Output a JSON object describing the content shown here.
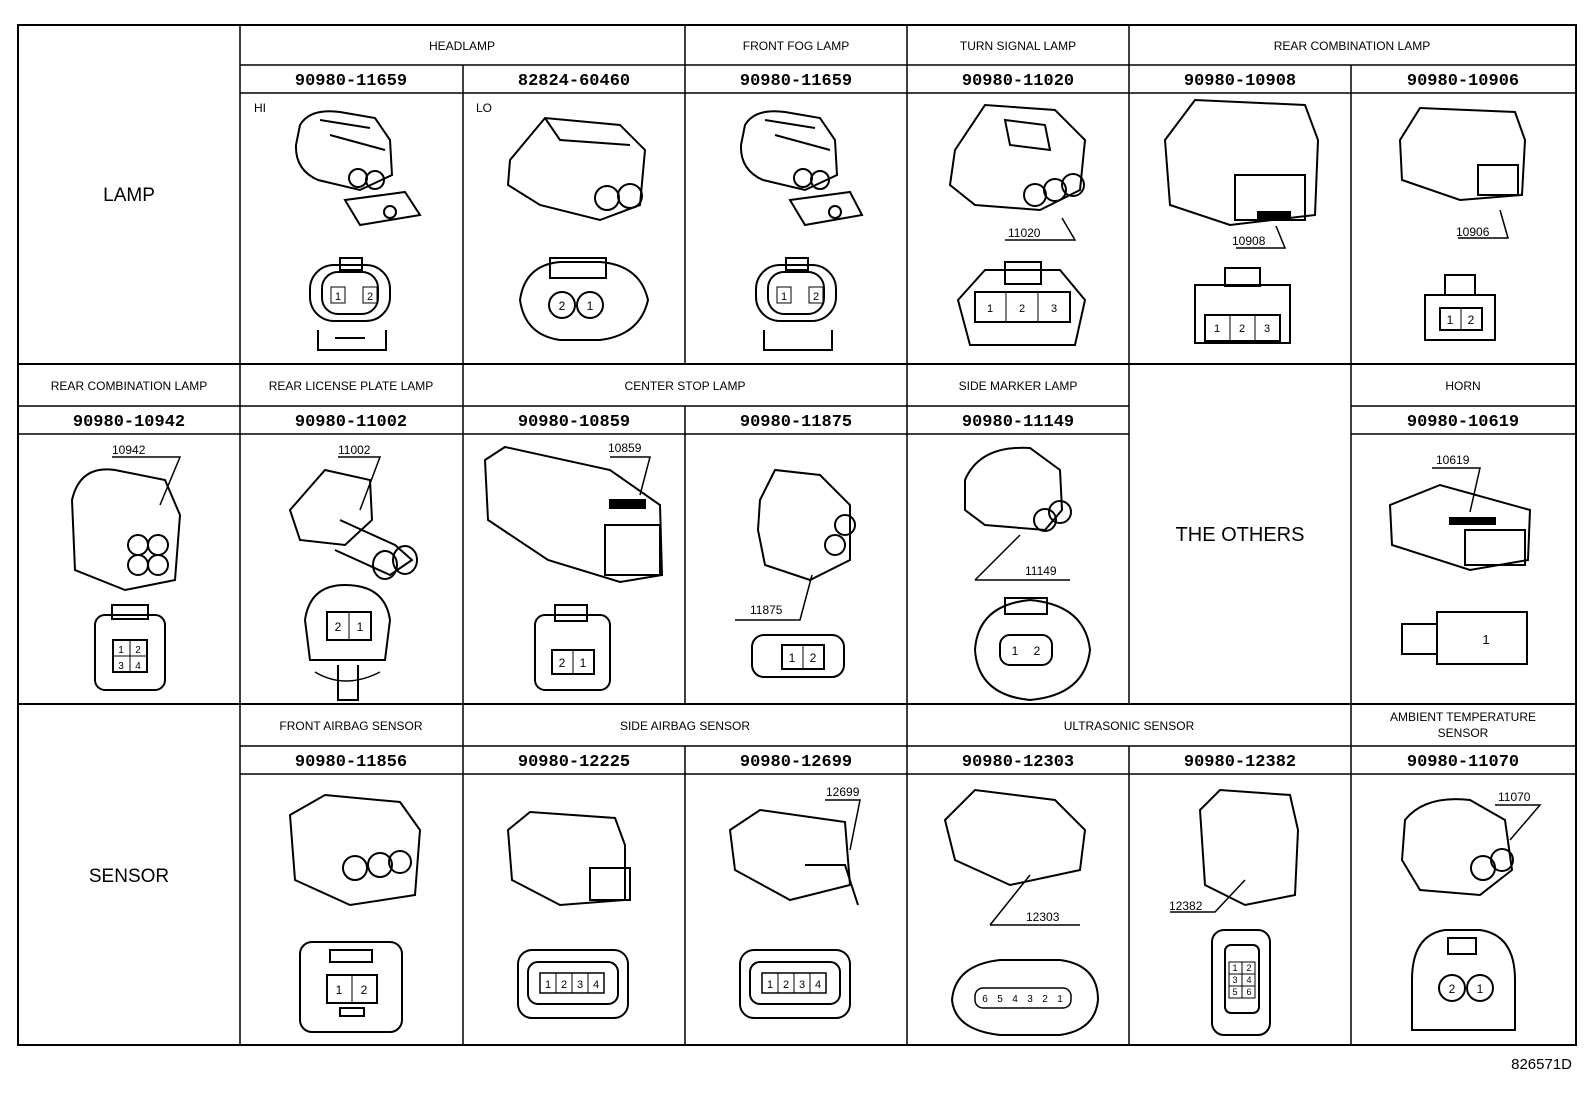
{
  "diagram_id": "826571D",
  "groups": {
    "lamp": "LAMP",
    "sensor": "SENSOR",
    "others": "THE OTHERS"
  },
  "rows": [
    {
      "group": "LAMP",
      "cells": [
        {
          "title": "HEADLAMP",
          "part": "90980-11659",
          "note": "HI",
          "pins": [
            "1",
            "2"
          ],
          "callout": ""
        },
        {
          "title": "HEADLAMP",
          "part": "82824-60460",
          "note": "LO",
          "pins": [
            "2",
            "1"
          ],
          "callout": ""
        },
        {
          "title": "FRONT FOG LAMP",
          "part": "90980-11659",
          "note": "",
          "pins": [
            "1",
            "2"
          ],
          "callout": ""
        },
        {
          "title": "TURN SIGNAL LAMP",
          "part": "90980-11020",
          "note": "",
          "pins": [
            "1",
            "2",
            "3"
          ],
          "callout": "11020"
        },
        {
          "title": "REAR COMBINATION LAMP",
          "part": "90980-10908",
          "note": "",
          "pins": [
            "1",
            "2",
            "3"
          ],
          "callout": "10908"
        },
        {
          "title": "REAR COMBINATION LAMP",
          "part": "90980-10906",
          "note": "",
          "pins": [
            "1",
            "2"
          ],
          "callout": "10906"
        }
      ]
    },
    {
      "group": "",
      "cells": [
        {
          "title": "REAR COMBINATION LAMP",
          "part": "90980-10942",
          "note": "",
          "pins": [
            "1",
            "2",
            "3",
            "4"
          ],
          "callout": "10942"
        },
        {
          "title": "REAR LICENSE PLATE LAMP",
          "part": "90980-11002",
          "note": "",
          "pins": [
            "2",
            "1"
          ],
          "callout": "11002"
        },
        {
          "title": "CENTER STOP LAMP",
          "part": "90980-10859",
          "note": "",
          "pins": [
            "2",
            "1"
          ],
          "callout": "10859"
        },
        {
          "title": "CENTER STOP LAMP",
          "part": "90980-11875",
          "note": "",
          "pins": [
            "1",
            "2"
          ],
          "callout": "11875"
        },
        {
          "title": "SIDE MARKER LAMP",
          "part": "90980-11149",
          "note": "",
          "pins": [
            "1",
            "2"
          ],
          "callout": "11149"
        },
        {
          "title": "",
          "part": "",
          "note": "",
          "pins": [],
          "callout": ""
        },
        {
          "title": "HORN",
          "part": "90980-10619",
          "note": "",
          "pins": [
            "1"
          ],
          "callout": "10619"
        }
      ]
    },
    {
      "group": "SENSOR",
      "cells": [
        {
          "title": "FRONT AIRBAG SENSOR",
          "part": "90980-11856",
          "note": "",
          "pins": [
            "1",
            "2"
          ],
          "callout": ""
        },
        {
          "title": "SIDE AIRBAG SENSOR",
          "part": "90980-12225",
          "note": "",
          "pins": [
            "1",
            "2",
            "3",
            "4"
          ],
          "callout": ""
        },
        {
          "title": "SIDE AIRBAG SENSOR",
          "part": "90980-12699",
          "note": "",
          "pins": [
            "1",
            "2",
            "3",
            "4"
          ],
          "callout": "12699"
        },
        {
          "title": "ULTRASONIC SENSOR",
          "part": "90980-12303",
          "note": "",
          "pins": [
            "6",
            "5",
            "4",
            "3",
            "2",
            "1"
          ],
          "callout": "12303"
        },
        {
          "title": "ULTRASONIC SENSOR",
          "part": "90980-12382",
          "note": "",
          "pins": [
            "1",
            "2",
            "3",
            "4",
            "5",
            "6"
          ],
          "callout": "12382"
        },
        {
          "title": "AMBIENT TEMPERATURE SENSOR",
          "part": "90980-11070",
          "note": "",
          "pins": [
            "2",
            "1"
          ],
          "callout": "11070"
        }
      ]
    }
  ],
  "headers": {
    "headlamp": "HEADLAMP",
    "front_fog": "FRONT FOG LAMP",
    "turn_signal": "TURN SIGNAL LAMP",
    "rear_comb": "REAR COMBINATION LAMP",
    "rear_comb_2": "REAR COMBINATION LAMP",
    "rear_license": "REAR LICENSE PLATE LAMP",
    "center_stop": "CENTER STOP LAMP",
    "side_marker": "SIDE MARKER LAMP",
    "horn": "HORN",
    "front_airbag": "FRONT AIRBAG SENSOR",
    "side_airbag": "SIDE AIRBAG SENSOR",
    "ultrasonic": "ULTRASONIC SENSOR",
    "ambient_1": "AMBIENT TEMPERATURE",
    "ambient_2": "SENSOR"
  }
}
